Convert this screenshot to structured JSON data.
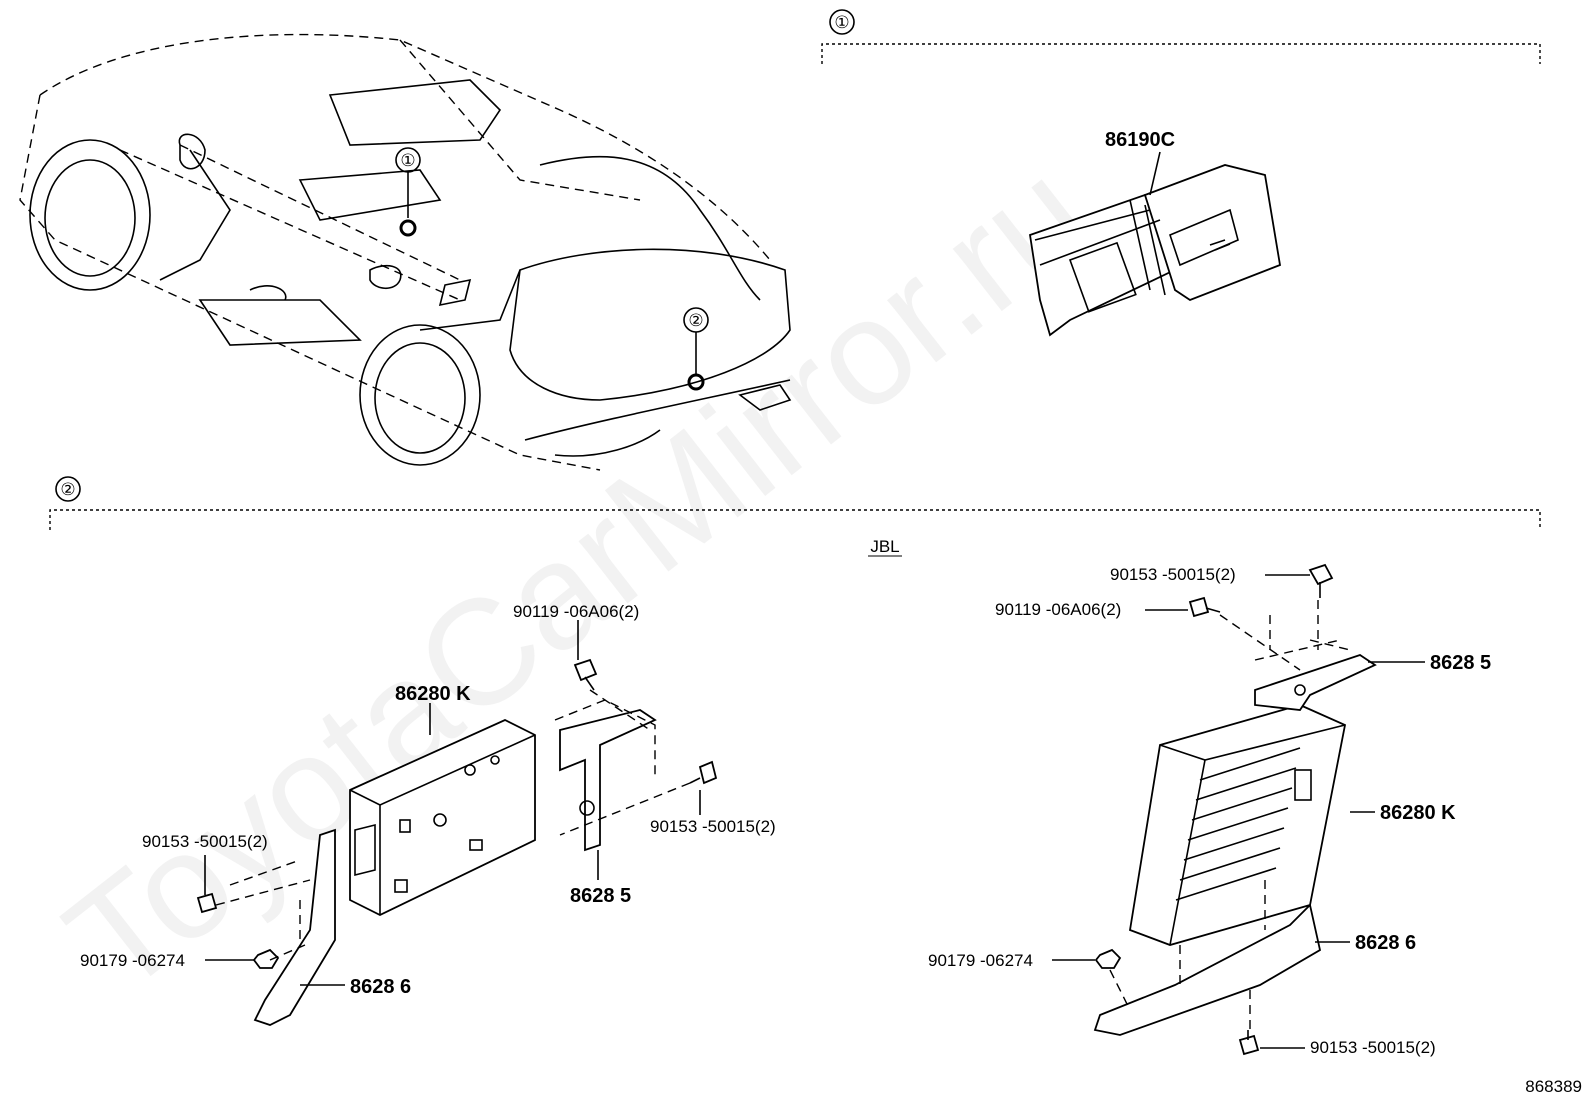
{
  "watermark": "ToyotaCarMirror.ru",
  "diagram_id": "868389",
  "callouts": {
    "one": "①",
    "two": "②"
  },
  "section_two_variant": "JBL",
  "parts": {
    "usb_module": "86190C",
    "amp_left": "86280 K",
    "amp_right": "86280 K",
    "bracket_upper_left": "8628 5",
    "bracket_upper_right": "8628 5",
    "bracket_lower_left": "8628 6",
    "bracket_lower_right": "8628 6"
  },
  "fasteners": {
    "bolt_06a06_left": "90119 -06A06(2)",
    "bolt_06a06_right": "90119 -06A06(2)",
    "bolt_50015_left_a": "90153 -50015(2)",
    "bolt_50015_left_b": "90153 -50015(2)",
    "bolt_50015_right_top": "90153 -50015(2)",
    "bolt_50015_right_bottom": "90153 -50015(2)",
    "nut_06274_left": "90179 -06274",
    "nut_06274_right": "90179 -06274"
  }
}
